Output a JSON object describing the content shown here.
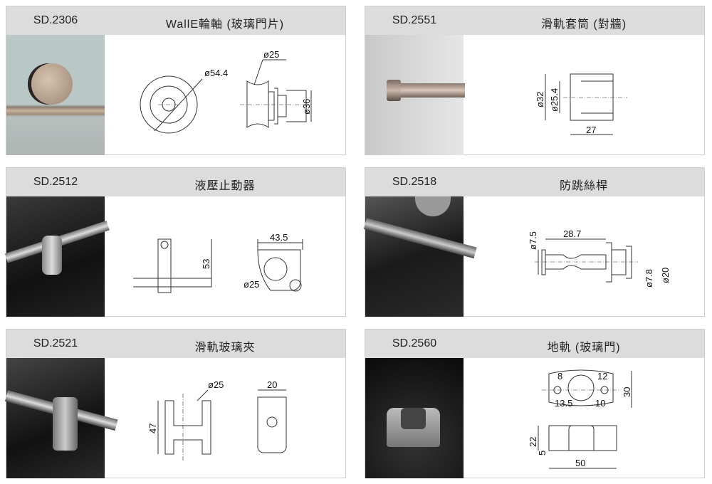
{
  "products": [
    {
      "code": "SD.2306",
      "title": "WallE輪軸 (玻璃門片)",
      "dims": [
        "ø54.4",
        "ø25",
        "ø36"
      ]
    },
    {
      "code": "SD.2551",
      "title": "滑軌套筒 (對牆)",
      "dims": [
        "ø32",
        "ø25.4",
        "27"
      ]
    },
    {
      "code": "SD.2512",
      "title": "液壓止動器",
      "dims": [
        "53",
        "43.5",
        "ø25"
      ]
    },
    {
      "code": "SD.2518",
      "title": "防跳絲桿",
      "dims": [
        "ø7.5",
        "28.7",
        "ø7.8",
        "ø20"
      ]
    },
    {
      "code": "SD.2521",
      "title": "滑軌玻璃夾",
      "dims": [
        "ø25",
        "47",
        "20"
      ]
    },
    {
      "code": "SD.2560",
      "title": "地軌 (玻璃門)",
      "dims": [
        "8",
        "12",
        "13.5",
        "10",
        "30",
        "22",
        "5",
        "50"
      ]
    }
  ]
}
